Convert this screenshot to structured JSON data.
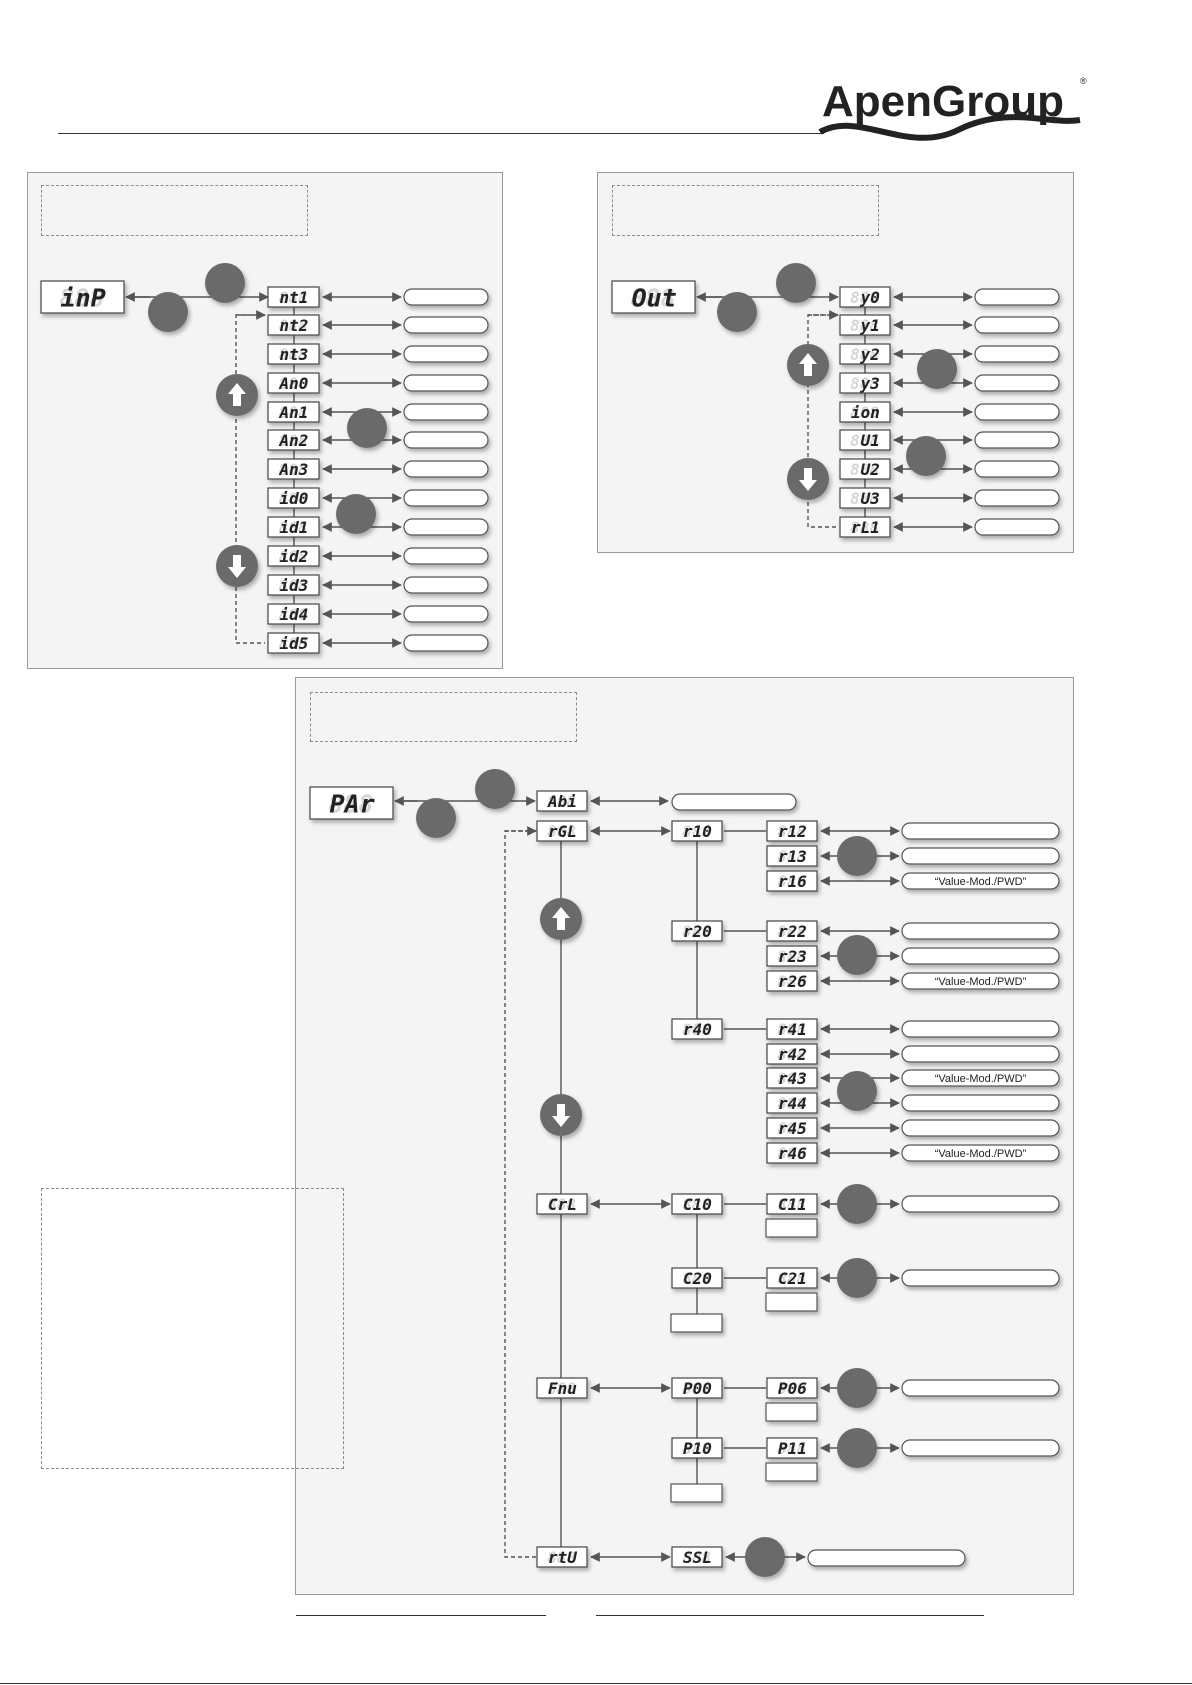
{
  "brand": {
    "logo_text": "ApenGroup",
    "registered": "®"
  },
  "inputs_menu": {
    "root": "inP",
    "items": [
      "nt1",
      "nt2",
      "nt3",
      "An0",
      "An1",
      "An2",
      "An3",
      "id0",
      "id1",
      "id2",
      "id3",
      "id4",
      "id5"
    ]
  },
  "outputs_menu": {
    "root": "Out",
    "items": [
      "y0",
      "y1",
      "y2",
      "y3",
      "ion",
      "U1",
      "U2",
      "U3",
      "rL1"
    ]
  },
  "parameters_menu": {
    "root": "PAr",
    "top_items": [
      "Abi",
      "rGL",
      "CrL",
      "Fnu",
      "rtU"
    ],
    "rgl": {
      "r10": {
        "label": "r10",
        "children": [
          {
            "code": "r12",
            "value": ""
          },
          {
            "code": "r13",
            "value": ""
          },
          {
            "code": "r16",
            "value": "“Value-Mod./PWD”"
          }
        ]
      },
      "r20": {
        "label": "r20",
        "children": [
          {
            "code": "r22",
            "value": ""
          },
          {
            "code": "r23",
            "value": ""
          },
          {
            "code": "r26",
            "value": "“Value-Mod./PWD”"
          }
        ]
      },
      "r40": {
        "label": "r40",
        "children": [
          {
            "code": "r41",
            "value": ""
          },
          {
            "code": "r42",
            "value": ""
          },
          {
            "code": "r43",
            "value": "“Value-Mod./PWD”"
          },
          {
            "code": "r44",
            "value": ""
          },
          {
            "code": "r45",
            "value": ""
          },
          {
            "code": "r46",
            "value": "“Value-Mod./PWD”"
          }
        ]
      }
    },
    "crl": {
      "c10": "C10",
      "c11": "C11",
      "c20": "C20",
      "c21": "C21"
    },
    "fnu": {
      "p00": "P00",
      "p06": "P06",
      "p10": "P10",
      "p11": "P11"
    },
    "rtu": {
      "ssl": "SSL"
    }
  },
  "colors": {
    "panel_bg": "#f4f4f4",
    "circle": "#6b6b6b",
    "line": "#555555"
  }
}
